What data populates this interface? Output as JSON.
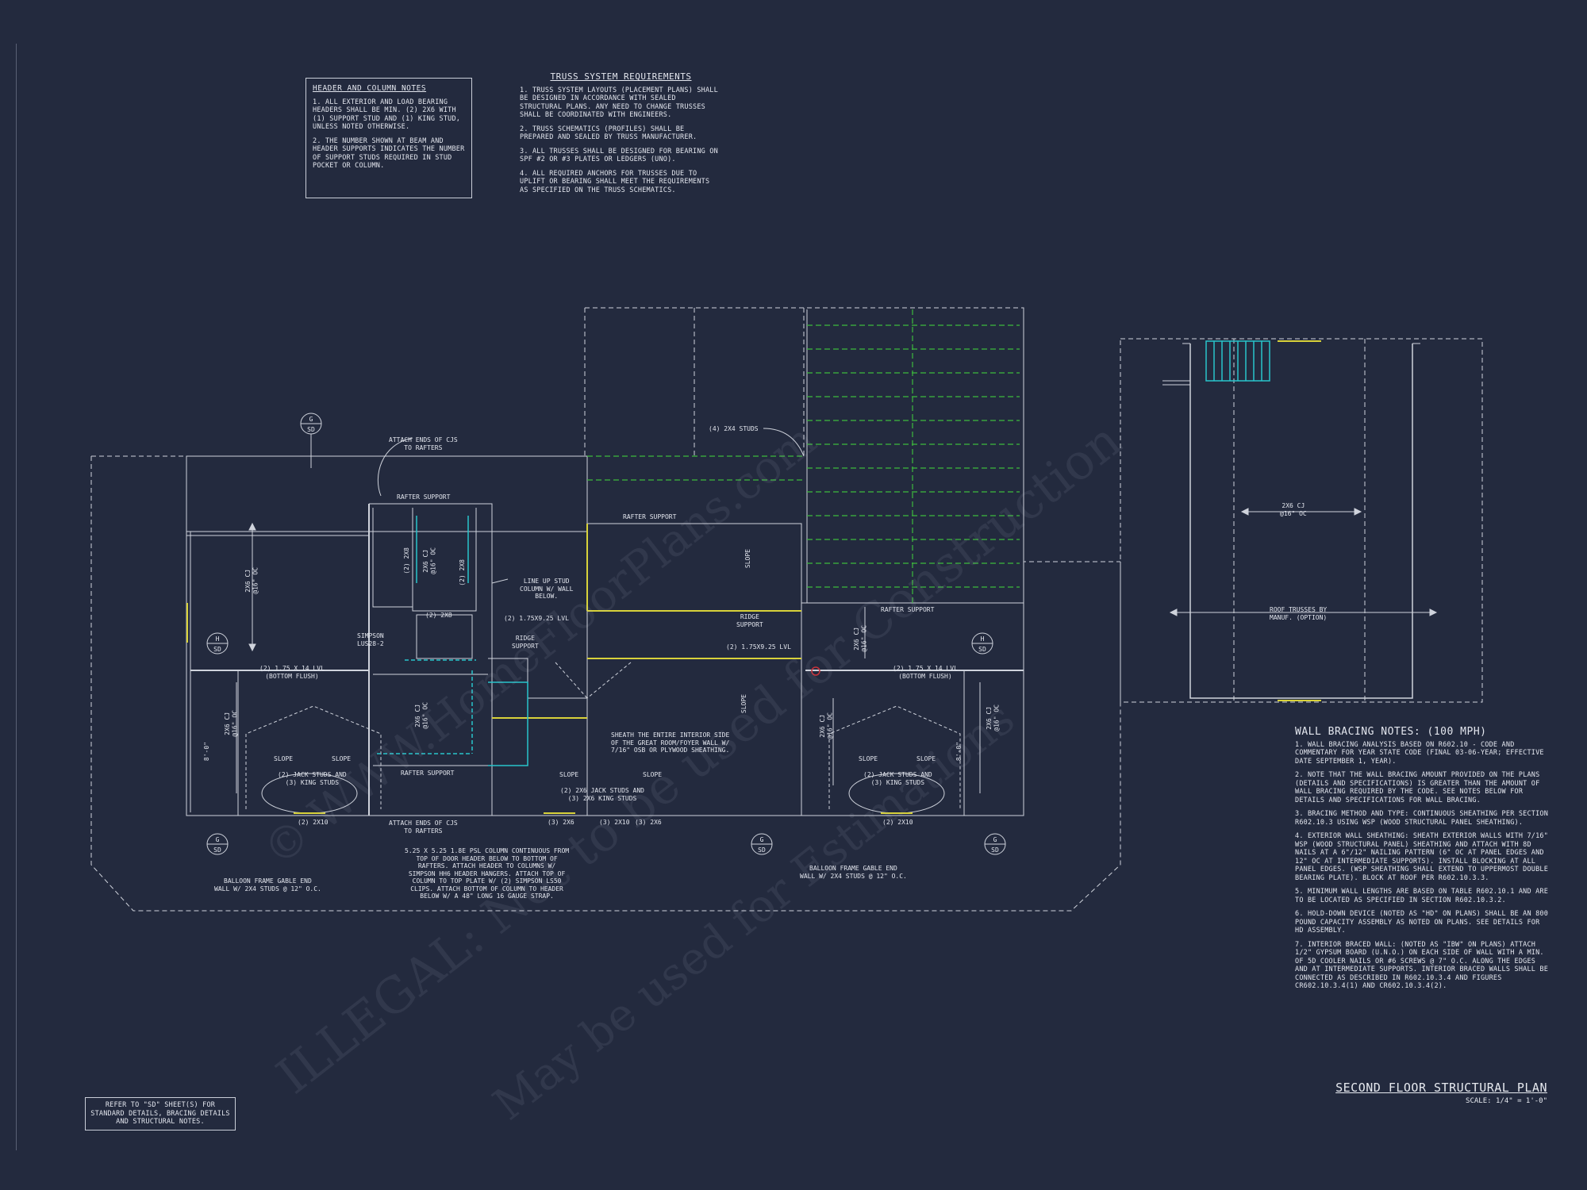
{
  "header_column_notes": {
    "title": "HEADER AND COLUMN NOTES",
    "items": [
      "1. ALL EXTERIOR AND LOAD BEARING HEADERS SHALL BE MIN. (2) 2x6 WITH (1) SUPPORT STUD AND (1) KING STUD, UNLESS NOTED OTHERWISE.",
      "2. THE NUMBER SHOWN AT BEAM AND HEADER SUPPORTS INDICATES THE NUMBER OF SUPPORT STUDS REQUIRED IN STUD POCKET OR COLUMN."
    ]
  },
  "truss_requirements": {
    "title": "TRUSS SYSTEM REQUIREMENTS",
    "items": [
      "1. TRUSS SYSTEM LAYOUTS (PLACEMENT PLANS) SHALL BE DESIGNED IN ACCORDANCE WITH SEALED STRUCTURAL PLANS. ANY NEED TO CHANGE TRUSSES SHALL BE COORDINATED WITH ENGINEERS.",
      "2. TRUSS SCHEMATICS (PROFILES) SHALL BE PREPARED AND SEALED BY TRUSS MANUFACTURER.",
      "3. ALL TRUSSES SHALL BE DESIGNED FOR BEARING ON SPF #2 OR #3 PLATES OR LEDGERS (UNO).",
      "4. ALL REQUIRED ANCHORS FOR TRUSSES DUE TO UPLIFT OR BEARING SHALL MEET THE REQUIREMENTS AS SPECIFIED ON THE TRUSS SCHEMATICS."
    ]
  },
  "wall_bracing": {
    "title": "WALL BRACING NOTES: (100 MPH)",
    "items": [
      "1. WALL BRACING ANALYSIS BASED ON R602.10 - CODE AND COMMENTARY FOR YEAR STATE CODE (FINAL 03-06-YEAR; EFFECTIVE DATE SEPTEMBER 1, YEAR).",
      "2. NOTE THAT THE WALL BRACING AMOUNT PROVIDED ON THE PLANS (DETAILS AND SPECIFICATIONS) IS GREATER THAN THE AMOUNT OF WALL BRACING REQUIRED BY THE CODE. SEE NOTES BELOW FOR DETAILS AND SPECIFICATIONS FOR WALL BRACING.",
      "3. BRACING METHOD AND TYPE: CONTINUOUS SHEATHING PER SECTION R602.10.3 USING WSP (WOOD STRUCTURAL PANEL SHEATHING).",
      "4. EXTERIOR WALL SHEATHING: SHEATH EXTERIOR WALLS WITH 7/16\" WSP (WOOD STRUCTURAL PANEL) SHEATHING AND ATTACH WITH 8d NAILS AT A 6\"/12\" NAILING PATTERN (6\" OC AT PANEL EDGES AND 12\" OC AT INTERMEDIATE SUPPORTS). INSTALL BLOCKING AT ALL PANEL EDGES. (WSP SHEATHING SHALL EXTEND TO UPPERMOST DOUBLE BEARING PLATE). BLOCK AT ROOF PER R602.10.3.3.",
      "5. MINIMUM WALL LENGTHS ARE BASED ON TABLE R602.10.1 AND ARE TO BE LOCATED AS SPECIFIED IN SECTION R602.10.3.2.",
      "6. HOLD-DOWN DEVICE (NOTED AS \"HD\" ON PLANS) SHALL BE AN 800 POUND CAPACITY ASSEMBLY AS NOTED ON PLANS. SEE DETAILS FOR HD ASSEMBLY.",
      "7. INTERIOR BRACED WALL: (NOTED AS \"IBW\" ON PLANS) ATTACH 1/2\" GYPSUM BOARD (U.N.O.) ON EACH SIDE OF WALL WITH A MIN. OF 5d COOLER NAILS OR #6 SCREWS @ 7\" O.C. ALONG THE EDGES AND AT INTERMEDIATE SUPPORTS. INTERIOR BRACED WALLS SHALL BE CONNECTED AS DESCRIBED IN R602.10.3.4 AND FIGURES CR602.10.3.4(1) AND CR602.10.3.4(2)."
    ]
  },
  "sheet_title": {
    "name": "SECOND FLOOR STRUCTURAL PLAN",
    "scale": "SCALE: 1/4\" = 1'-0\""
  },
  "refer_note": "REFER TO \"SD\" SHEET(S) FOR STANDARD DETAILS, BRACING DETAILS AND STRUCTURAL NOTES.",
  "watermark": {
    "line1": "© WWW.HomeFloorPlans.com",
    "line2": "ILLEGAL: Not to be used for Construction",
    "line3": "May be used for Estimations"
  },
  "labels": {
    "attach_cjs_top": "ATTACH ENDS OF CJS\nTO RAFTERS",
    "rafter_support_1": "RAFTER SUPPORT",
    "rafter_support_2": "RAFTER SUPPORT",
    "rafter_support_3": "RAFTER SUPPORT",
    "rafter_support_4": "RAFTER SUPPORT",
    "studs_2x4": "(4) 2X4 STUDS",
    "cj_left": "2X6 CJ\n@16\" OC",
    "cj_bath": "2X6 CJ\n@16\" OC",
    "line_up_stud": "LINE UP STUD\nCOLUMN W/ WALL\nBELOW.",
    "lvl_1": "(2) 1.75X9.25 LVL",
    "lvl_2": "(2) 1.75X9.25 LVL",
    "ridge_1": "RIDGE\nSUPPORT",
    "ridge_2": "RIDGE\nSUPPORT",
    "simpson": "SIMPSON\nLUS28-2",
    "lvl14_left": "(2) 1.75 X 14 LVL\n(BOTTOM FLUSH)",
    "lvl14_right": "(2) 1.75 X 14 LVL\n(BOTTOM FLUSH)",
    "slope": "SLOPE",
    "jack_left": "(2) JACK STUDS AND\n(3) KING STUDS",
    "jack_right": "(2) JACK STUDS AND\n(3) KING STUDS",
    "jack_mid": "(2) 2X6 JACK STUDS AND\n(3) 2X6 KING STUDS",
    "sheath_note": "SHEATH THE ENTIRE INTERIOR SIDE\nOF THE GREAT ROOM/FOYER WALL W/\n7/16\" OSB OR PLYWOOD SHEATHING.",
    "attach_cjs_bottom": "ATTACH ENDS OF CJS\nTO RAFTERS",
    "psl_note": "5.25 X 5.25 1.8E PSL COLUMN CONTINUOUS FROM\nTOP OF DOOR HEADER BELOW TO BOTTOM OF\nRAFTERS. ATTACH HEADER TO COLUMNS W/\nSIMPSON HH6 HEADER HANGERS. ATTACH TOP OF\nCOLUMN TO TOP PLATE W/ (2) SIMPSON LS50\nCLIPS. ATTACH BOTTOM OF COLUMN TO HEADER\nBELOW W/ A 48\" LONG 16 GAUGE STRAP.",
    "balloon_left": "BALLOON FRAME GABLE END\nWALL W/ 2X4 STUDS @ 12\" O.C.",
    "balloon_right": "BALLOON FRAME GABLE END\nWALL W/ 2X4 STUDS @ 12\" O.C.",
    "cj_garage": "2X6 CJ\n@16\" OC",
    "roof_trusses": "ROOF TRUSSES BY\nMANUF. (OPTION)",
    "hdr_2x10_a": "(2) 2X10",
    "hdr_2x10_b": "(2) 2X10",
    "hdr_2x6_a": "(3) 2X6",
    "hdr_2x6_b": "(3) 2X10",
    "hdr_2x6_c": "(3) 2X6",
    "hdr_2x8": "(2) 2X8",
    "hdr_2x8_v1": "(2) 2X8",
    "hdr_2x8_v2": "(2) 2X8",
    "dim_8ft": "8'-0\"",
    "slope_v": "SLOPE",
    "cj_v": "2X6 CJ\n@16\" OC"
  },
  "section_markers": [
    {
      "top": "G",
      "bottom": "SD"
    },
    {
      "top": "H",
      "bottom": "SD"
    },
    {
      "top": "H",
      "bottom": "SD"
    },
    {
      "top": "G",
      "bottom": "SD"
    },
    {
      "top": "G",
      "bottom": "SD"
    },
    {
      "top": "G",
      "bottom": "SD"
    }
  ],
  "colors": {
    "background": "#232a3e",
    "line": "#cfd3dc",
    "header": "#d8d23a",
    "truss_green": "#3dbb3d",
    "cyan": "#29c4cc"
  }
}
